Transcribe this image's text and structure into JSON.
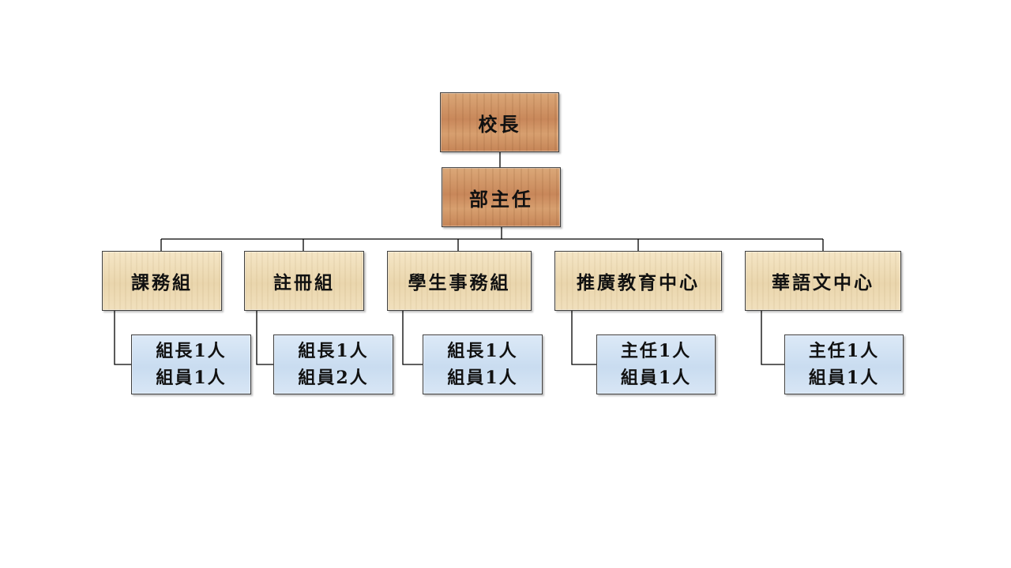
{
  "root": {
    "label": "校長"
  },
  "director": {
    "label": "部主任"
  },
  "units": [
    {
      "label": "課務組",
      "staff": [
        "組長1人",
        "組員1人"
      ]
    },
    {
      "label": "註冊組",
      "staff": [
        "組長1人",
        "組員2人"
      ]
    },
    {
      "label": "學生事務組",
      "staff": [
        "組長1人",
        "組員1人"
      ]
    },
    {
      "label": "推廣教育中心",
      "staff": [
        "主任1人",
        "組員1人"
      ]
    },
    {
      "label": "華語文中心",
      "staff": [
        "主任1人",
        "組員1人"
      ]
    }
  ]
}
